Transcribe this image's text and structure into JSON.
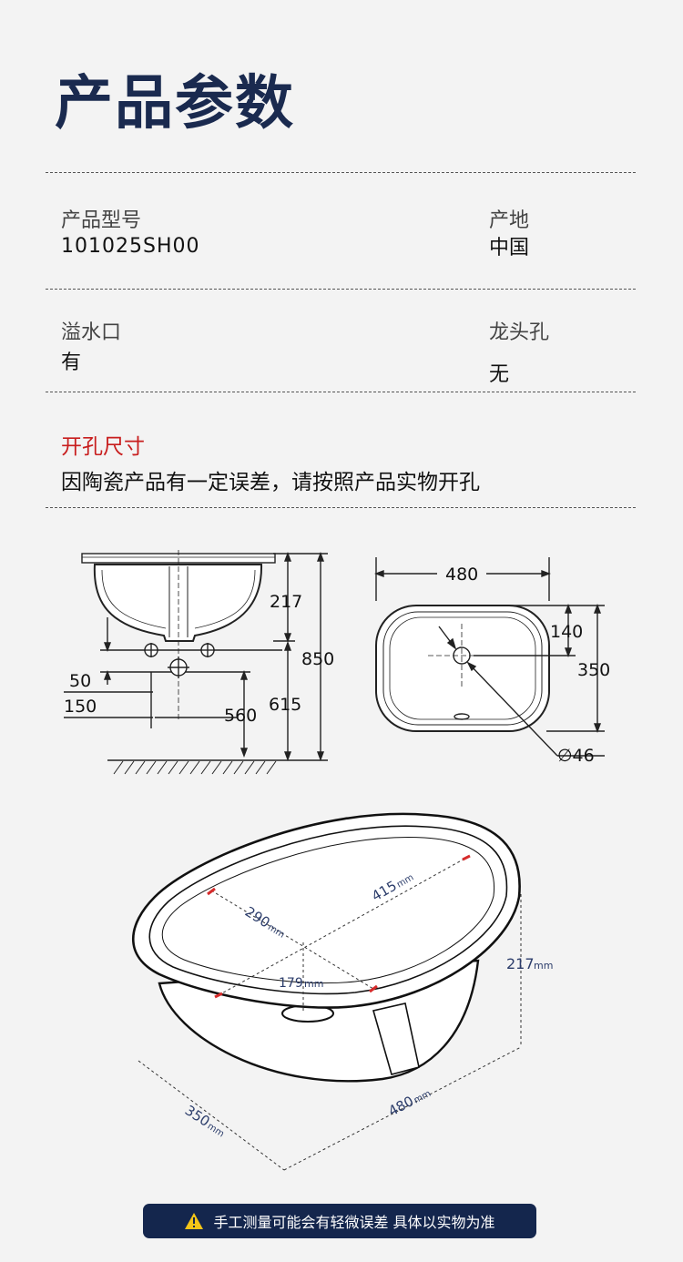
{
  "header": {
    "title": "产品参数"
  },
  "specs": [
    {
      "label": "产品型号",
      "value": "101025SH00"
    },
    {
      "label": "产地",
      "value": "中国"
    },
    {
      "label": "溢水口",
      "value": "有"
    },
    {
      "label": "龙头孔",
      "value": "无"
    }
  ],
  "cutout": {
    "title": "开孔尺寸",
    "note": "因陶瓷产品有一定误差，请按照产品实物开孔"
  },
  "side_view": {
    "d217": "217",
    "d850": "850",
    "d50": "50",
    "d150": "150",
    "d560": "560",
    "d615": "615"
  },
  "top_view": {
    "d480": "480",
    "d140": "140",
    "d350": "350",
    "d46": "∅46"
  },
  "iso_view": {
    "d290": "290",
    "d415": "415",
    "d179": "179",
    "d217": "217",
    "d350": "350",
    "d480": "480",
    "unit": "mm"
  },
  "footer": {
    "text": "手工测量可能会有轻微误差 具体以实物为准",
    "icon": "warning-icon"
  },
  "colors": {
    "title": "#1a2a4f",
    "accent_red": "#c81e1e",
    "footer_bg": "#14264d"
  }
}
